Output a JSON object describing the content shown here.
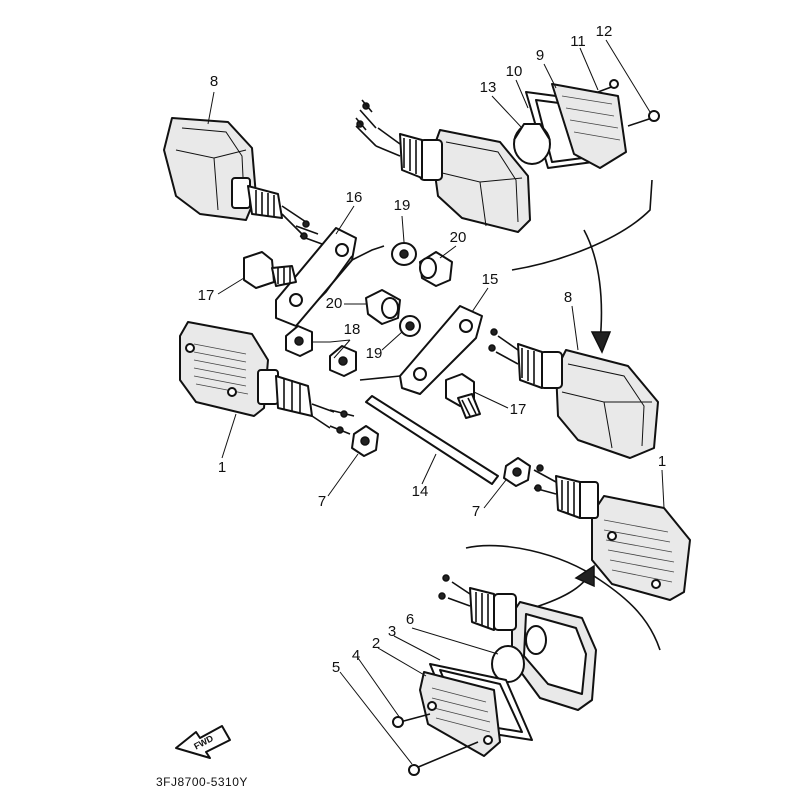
{
  "diagram": {
    "part_numbers": [
      "1",
      "2",
      "3",
      "4",
      "5",
      "6",
      "7",
      "8",
      "9",
      "10",
      "11",
      "12",
      "13",
      "14",
      "15",
      "16",
      "17",
      "18",
      "19",
      "20"
    ],
    "diagram_code": "3FJ8700-5310Y",
    "fwd_label": "FWD",
    "labels": {
      "p8a": "8",
      "p10": "10",
      "p9": "9",
      "p11": "11",
      "p12": "12",
      "p13": "13",
      "p16": "16",
      "p19a": "19",
      "p20a": "20",
      "p17a": "17",
      "p20b": "20",
      "p18": "18",
      "p19b": "19",
      "p15": "15",
      "p8b": "8",
      "p17b": "17",
      "p1a": "1",
      "p7a": "7",
      "p14": "14",
      "p7b": "7",
      "p1b": "1",
      "p6": "6",
      "p3": "3",
      "p2": "2",
      "p4": "4",
      "p5": "5"
    }
  }
}
